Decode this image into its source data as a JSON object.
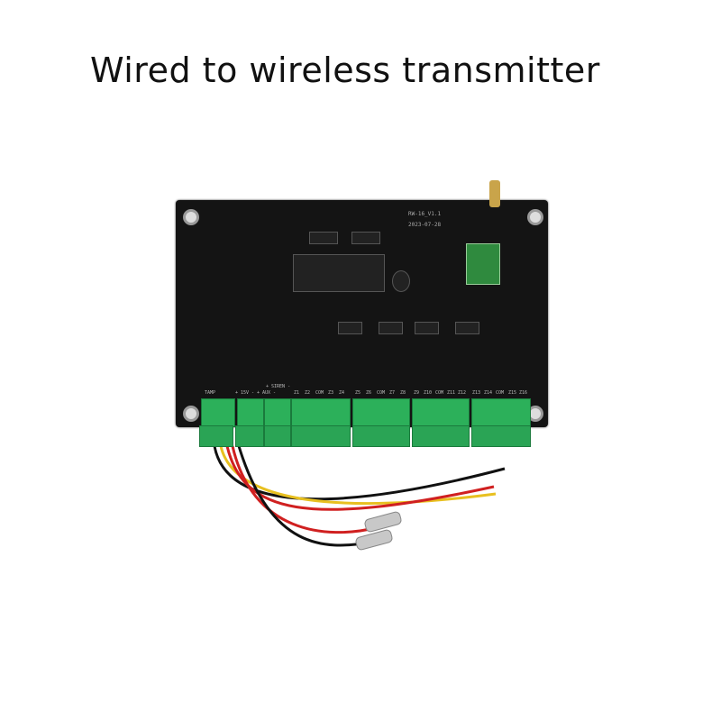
{
  "title": "Wired to wireless transmitter",
  "board": {
    "model": "RW-16_V1.1",
    "date": "2023-07-28",
    "terminal_labels": [
      "TAMP",
      "+ 15V -",
      "+ AUX -",
      "+ SIREN -",
      "Z1",
      "Z2",
      "COM",
      "Z3",
      "Z4",
      "Z5",
      "Z6",
      "COM",
      "Z7",
      "Z8",
      "Z9",
      "Z10",
      "COM",
      "Z11",
      "Z12",
      "Z13",
      "Z14",
      "COM",
      "Z15",
      "Z16"
    ]
  },
  "colors": {
    "pcb": "#141414",
    "terminal": "#2cb05a",
    "wire_red": "#d02020",
    "wire_yellow": "#e8c020",
    "wire_black": "#111111"
  }
}
